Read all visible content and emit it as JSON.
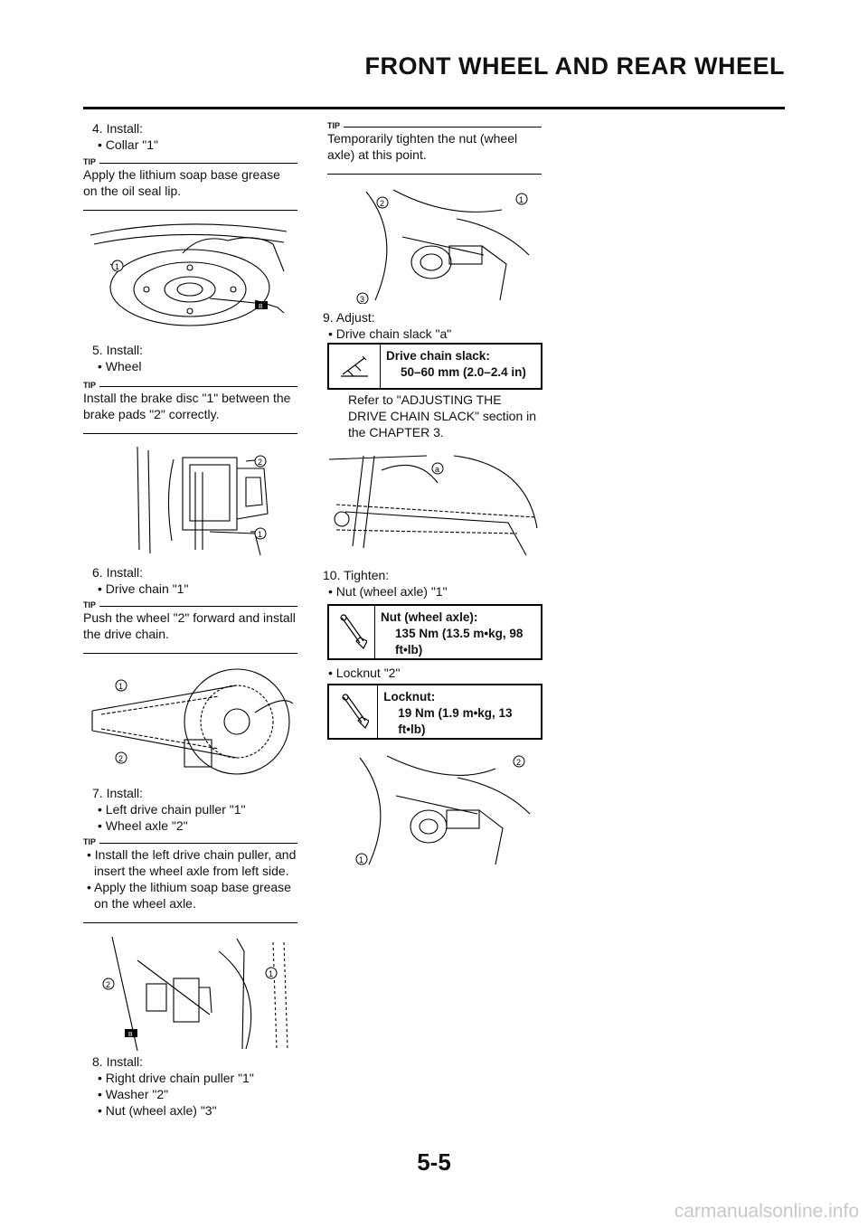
{
  "header": {
    "title": "FRONT WHEEL AND REAR WHEEL"
  },
  "tip_label": "TIP",
  "left": {
    "step4": {
      "title": "4. Install:",
      "items": [
        "• Collar \"1\""
      ],
      "tip": "Apply the lithium soap base grease on the oil seal lip."
    },
    "step5": {
      "title": "5. Install:",
      "items": [
        "• Wheel"
      ],
      "tip": "Install the brake disc \"1\" between the brake pads \"2\" correctly."
    },
    "step6": {
      "title": "6. Install:",
      "items": [
        "• Drive chain \"1\""
      ],
      "tip": "Push the wheel \"2\" forward and install the drive chain."
    },
    "step7": {
      "title": "7. Install:",
      "items": [
        "• Left drive chain puller \"1\"",
        "• Wheel axle \"2\""
      ],
      "tip_items": [
        "• Install the left drive chain puller, and insert the wheel axle from left side.",
        "• Apply the lithium soap base grease on the wheel axle."
      ]
    },
    "step8": {
      "title": "8. Install:",
      "items": [
        "• Right drive chain puller \"1\"",
        "• Washer \"2\"",
        "• Nut (wheel axle) \"3\""
      ]
    }
  },
  "right": {
    "tip_top": "Temporarily tighten the nut (wheel axle) at this point.",
    "step9": {
      "title": "9. Adjust:",
      "items": [
        "• Drive chain slack \"a\""
      ],
      "spec": {
        "label": "Drive chain slack:",
        "value": "50–60 mm (2.0–2.4 in)"
      },
      "refer": "Refer to \"ADJUSTING THE DRIVE CHAIN SLACK\" section in the CHAPTER 3."
    },
    "step10": {
      "title": "10. Tighten:",
      "items": [
        "• Nut (wheel axle) \"1\""
      ],
      "spec1": {
        "label": "Nut (wheel axle):",
        "value": "135 Nm (13.5 m•kg, 98 ft•lb)"
      },
      "item2": "• Locknut \"2\"",
      "spec2": {
        "label": "Locknut:",
        "value": "19 Nm (1.9 m•kg, 13 ft•lb)"
      }
    }
  },
  "callouts": {
    "one": "1",
    "two": "2",
    "three": "3",
    "a": "a",
    "b": "B"
  },
  "page_number": "5-5",
  "watermark": "carmanualsonline.info"
}
